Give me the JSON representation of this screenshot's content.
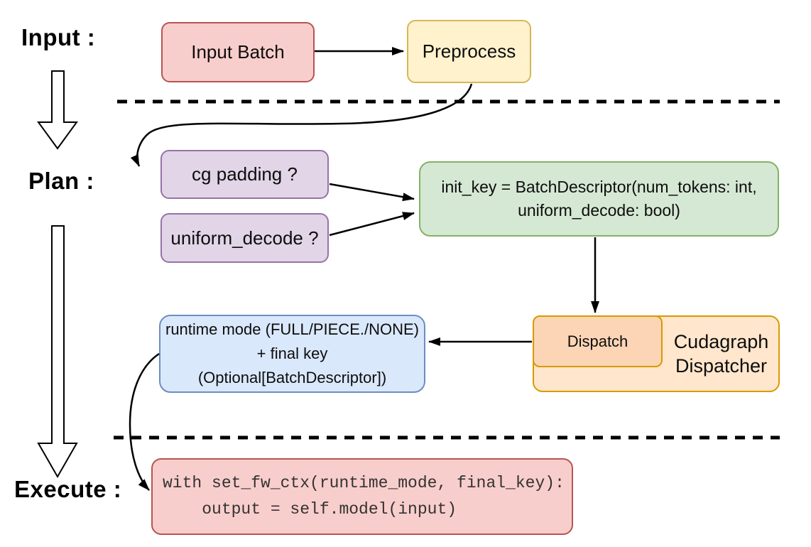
{
  "labels": {
    "input": "Input :",
    "plan": "Plan :",
    "execute": "Execute :"
  },
  "boxes": {
    "input_batch": {
      "text": "Input Batch"
    },
    "preprocess": {
      "text": "Preprocess"
    },
    "cg_padding": {
      "text": "cg padding ?"
    },
    "uniform_decode": {
      "text": "uniform_decode ?"
    },
    "init_key": {
      "line1": "init_key = BatchDescriptor(num_tokens: int,",
      "line2": "uniform_decode: bool)"
    },
    "dispatch": {
      "text": "Dispatch"
    },
    "dispatcher": {
      "line1": "Cudagraph",
      "line2": "Dispatcher"
    },
    "runtime_mode": {
      "line1": "runtime mode (FULL/PIECE./NONE)",
      "line2": "+ final key (Optional[BatchDescriptor])"
    },
    "execute_code": {
      "line1": "with set_fw_ctx(runtime_mode, final_key):",
      "line2": "    output = self.model(input)"
    }
  },
  "colors": {
    "red_fill": "#f8cecc",
    "red_border": "#b85450",
    "yellow_fill": "#fff2cc",
    "yellow_border": "#d6b656",
    "purple_fill": "#e1d5e7",
    "purple_border": "#9673a6",
    "green_fill": "#d5e8d4",
    "green_border": "#82b366",
    "blue_fill": "#dae8fc",
    "blue_border": "#6c8ebf",
    "orange_fill": "#ffe6cc",
    "orange_inner_fill": "#fbd5b5",
    "orange_border": "#d79b00",
    "line": "#000000"
  }
}
